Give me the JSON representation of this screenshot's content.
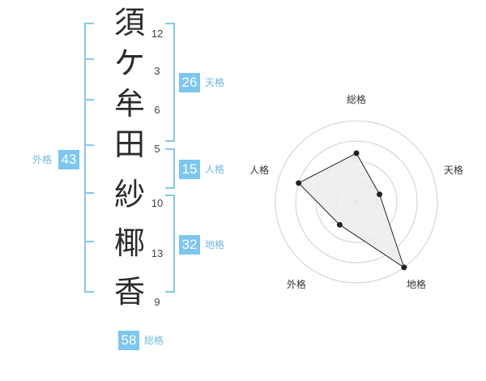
{
  "name": {
    "characters": [
      {
        "char": "須",
        "strokes": "12"
      },
      {
        "char": "ケ",
        "strokes": "3"
      },
      {
        "char": "牟",
        "strokes": "6"
      },
      {
        "char": "田",
        "strokes": "5"
      },
      {
        "char": "紗",
        "strokes": "10"
      },
      {
        "char": "椰",
        "strokes": "13"
      },
      {
        "char": "香",
        "strokes": "9"
      }
    ]
  },
  "fortune": {
    "tenkaku": {
      "value": "26",
      "label": "天格"
    },
    "jinkaku": {
      "value": "15",
      "label": "人格"
    },
    "chikaku": {
      "value": "32",
      "label": "地格"
    },
    "gaikaku": {
      "value": "43",
      "label": "外格"
    },
    "soukaku": {
      "value": "58",
      "label": "総格"
    }
  },
  "colors": {
    "accent": "#7cc6f0",
    "bracket": "#86c8ee",
    "grid": "#d0d0d0",
    "fill": "#ececec",
    "line": "#222222"
  },
  "chart_data": {
    "type": "radar",
    "axes": [
      "総格",
      "天格",
      "地格",
      "外格",
      "人格"
    ],
    "values": [
      0.6,
      0.3,
      1.0,
      0.35,
      0.75
    ],
    "max": 1.0,
    "rings": 4
  }
}
